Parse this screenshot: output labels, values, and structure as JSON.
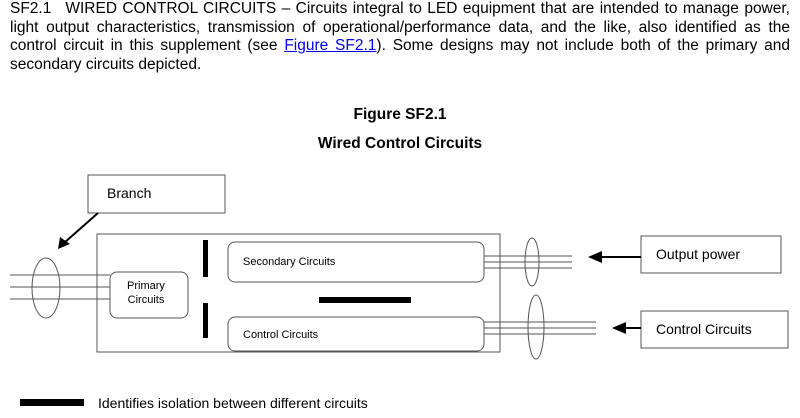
{
  "paragraph": {
    "section": "SF2.1",
    "heading": "WIRED CONTROL CIRCUITS",
    "body_before_link": " – Circuits integral to LED equipment that are intended to manage power, light output characteristics, transmission of operational/performance data, and the like, also identified as the control circuit in this supplement (see ",
    "link_text": "Figure SF2.1",
    "body_after_link": "). Some designs may not include both of the primary and secondary circuits depicted."
  },
  "figure": {
    "number": "Figure SF2.1",
    "caption": "Wired Control Circuits"
  },
  "diagram": {
    "branch_label": "Branch",
    "primary_label_line1": "Primary",
    "primary_label_line2": "Circuits",
    "secondary_label": "Secondary Circuits",
    "control_label": "Control Circuits",
    "output_power_label": "Output power",
    "control_circuits_box_label": "Control Circuits"
  },
  "legend": {
    "text": "Identifies isolation between different circuits"
  }
}
